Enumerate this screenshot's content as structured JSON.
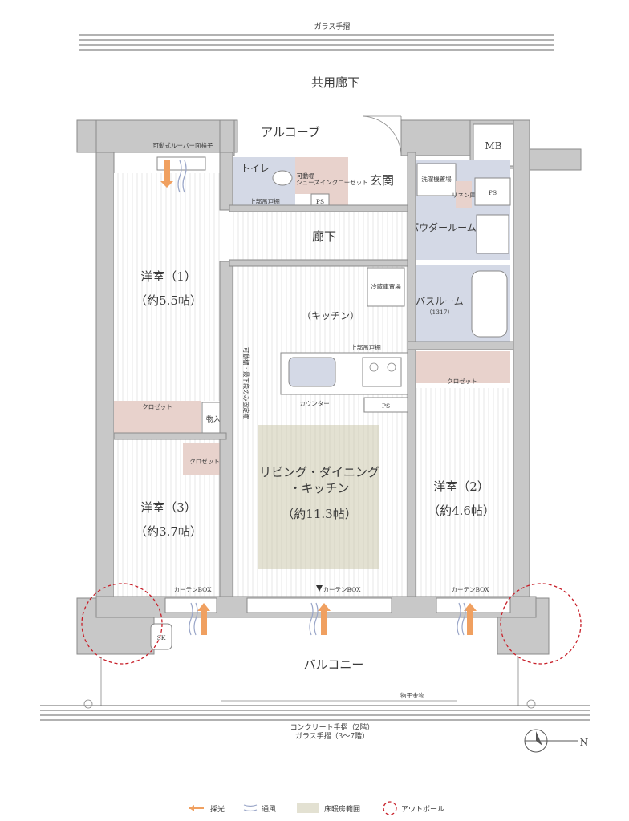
{
  "labels": {
    "top_rail": "ガラス手摺",
    "corridor": "共用廊下",
    "alcove": "アルコーブ",
    "mb": "MB",
    "louver_gate": "可動式ルーバー面格子",
    "toilet": "トイレ",
    "movable_shelf": "可動棚",
    "shoe_closet": "シューズインクローゼット",
    "upper_cabinet_toilet": "上部吊戸棚",
    "ps1": "PS",
    "entrance": "玄関",
    "washer": "洗濯機置場",
    "linen": "リネン庫",
    "ps2": "PS",
    "powder": "パウダールーム",
    "hallway": "廊下",
    "fridge": "冷蔵庫置場",
    "bathroom": "バスルーム",
    "bath_size": "（1317）",
    "kitchen": "（キッチン）",
    "upper_cabinet_kitchen": "上部吊戸棚",
    "counter": "カウンター",
    "ps3": "PS",
    "room1": "洋室（1）",
    "room1_size": "（約5.5帖）",
    "closet1": "クロゼット",
    "storage": "物入",
    "shelf_note": "可動棚・最下段のみ固定棚",
    "closet2": "クロゼット",
    "closet3": "クロゼット",
    "ldk": "リビング・ダイニング",
    "ldk2": "・キッチン",
    "ldk_size": "（約11.3帖）",
    "room2": "洋室（2）",
    "room2_size": "（約4.6帖）",
    "room3": "洋室（3）",
    "room3_size": "（約3.7帖）",
    "curtain1": "カーテンBOX",
    "curtain2": "カーテンBOX",
    "curtain3": "カーテンBOX",
    "sk": "SK",
    "balcony": "バルコニー",
    "laundry": "物干金物",
    "rail_bottom1": "コンクリート手摺（2階）",
    "rail_bottom2": "ガラス手摺（3～7階）",
    "north": "N"
  },
  "legend": {
    "light": "採光",
    "wind": "通風",
    "floor_heating": "床暖房範囲",
    "outpole": "アウトポール"
  },
  "colors": {
    "wall": "#c8c8c8",
    "wet_area": "#d4d9e6",
    "closet": "#e8d2cc",
    "floor_heating": "#e3e1d2",
    "light_arrow": "#f0a060",
    "wind": "#9aa6c8",
    "outpole": "#c8202a"
  }
}
